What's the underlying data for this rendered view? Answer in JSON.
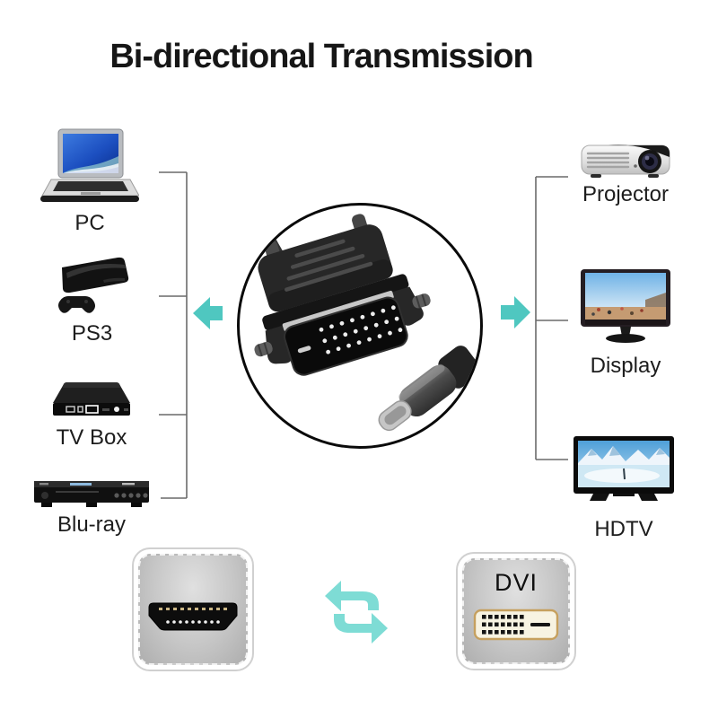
{
  "title": "Bi-directional Transmission",
  "colors": {
    "accent": "#4fc7c0",
    "accent_light": "#7edcd5"
  },
  "adapter": {
    "icon": "usb-c-to-dvi-adapter-photo"
  },
  "sources": {
    "items": [
      {
        "label": "PC",
        "icon": "laptop-icon"
      },
      {
        "label": "PS3",
        "icon": "game-console-icon"
      },
      {
        "label": "TV Box",
        "icon": "tv-box-icon"
      },
      {
        "label": "Blu-ray",
        "icon": "blu-ray-player-icon"
      }
    ]
  },
  "outputs": {
    "items": [
      {
        "label": "Projector",
        "icon": "projector-icon"
      },
      {
        "label": "Display",
        "icon": "monitor-icon"
      },
      {
        "label": "HDTV",
        "icon": "hdtv-icon"
      }
    ]
  },
  "connectors": {
    "left": {
      "icon": "hdmi-plug-icon"
    },
    "right": {
      "label": "DVI",
      "icon": "dvi-port-icon"
    }
  }
}
